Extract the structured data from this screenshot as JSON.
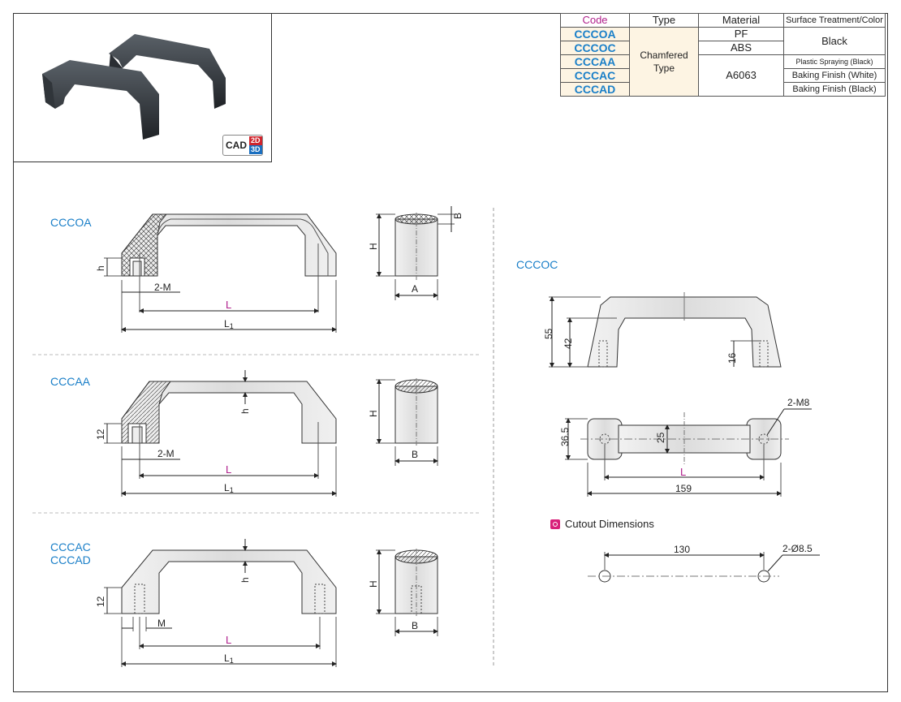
{
  "table": {
    "headers": [
      "Code",
      "Type",
      "Material",
      "Surface Treatment/Color"
    ],
    "codes": [
      "CCCOA",
      "CCCOC",
      "CCCAA",
      "CCCAC",
      "CCCAD"
    ],
    "type": "Chamfered Type",
    "materials": {
      "pf": "PF",
      "abs": "ABS",
      "a6063": "A6063"
    },
    "surface": {
      "black": "Black",
      "plastic_black": "Plastic Spraying (Black)",
      "baking_white": "Baking Finish (White)",
      "baking_black": "Baking Finish (Black)"
    }
  },
  "cad_badge": {
    "cad": "CAD",
    "d2": "2D",
    "d3": "3D"
  },
  "section_labels": {
    "cccoa": "CCCOA",
    "cccaa": "CCCAA",
    "cccac": "CCCAC",
    "cccad": "CCCAD",
    "cccoc": "CCCOC"
  },
  "dims": {
    "h": "h",
    "m2": "2-M",
    "m": "M",
    "L": "L",
    "L1": "L",
    "L1_sub": "1",
    "H": "H",
    "A": "A",
    "B": "B",
    "twelve": "12",
    "d55": "55",
    "d42": "42",
    "d16": "16",
    "d36_5": "36.5",
    "d25": "25",
    "m8": "2-M8",
    "d159": "159",
    "d130": "130",
    "phi": "2-Ø8.5"
  },
  "cutout_title": "Cutout Dimensions"
}
